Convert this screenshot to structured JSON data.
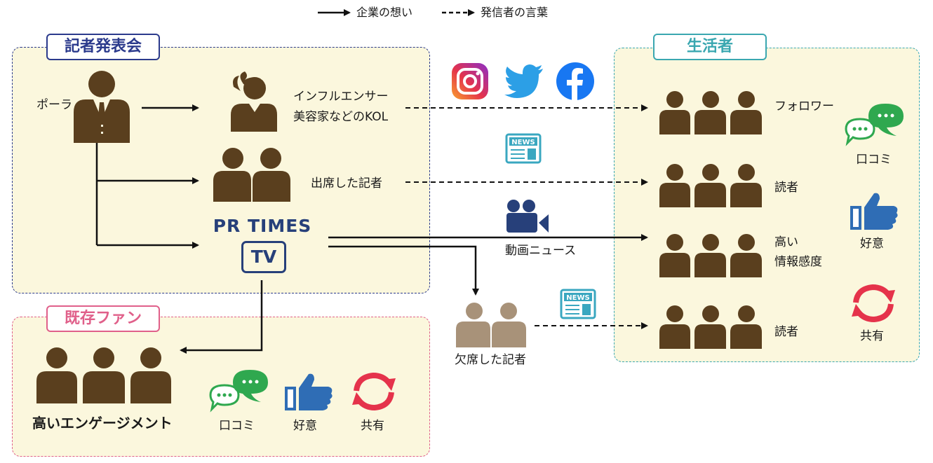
{
  "legend": {
    "solid_label": "企業の想い",
    "dashed_label": "発信者の言葉"
  },
  "groups": {
    "press_event": {
      "title": "記者発表会",
      "color": "#2b3a8c",
      "fill": "#fbf7dd"
    },
    "consumers": {
      "title": "生活者",
      "color": "#3aa7b0",
      "fill": "#fbf7dd"
    },
    "existing_fans": {
      "title": "既存ファン",
      "color": "#e0608a",
      "fill": "#fbf7dd"
    }
  },
  "nodes": {
    "pola": "ポーラ",
    "influencer_line1": "インフルエンサー",
    "influencer_line2": "美容家などのKOL",
    "attending_reporters": "出席した記者",
    "prtimes_logo": "PR TIMES",
    "tv_logo": "TV",
    "video_news": "動画ニュース",
    "absent_reporters": "欠席した記者",
    "high_engagement": "高いエンゲージメント"
  },
  "consumer_rows": [
    {
      "label": "フォロワー"
    },
    {
      "label": "読者"
    },
    {
      "label_line1": "高い",
      "label_line2": "情報感度"
    },
    {
      "label": "読者"
    }
  ],
  "reactions_right": {
    "word_of_mouth": "口コミ",
    "favorable": "好意",
    "share": "共有"
  },
  "reactions_bottom": {
    "word_of_mouth": "口コミ",
    "favorable": "好意",
    "share": "共有"
  },
  "icons": {
    "instagram": "instagram-icon",
    "twitter": "twitter-icon",
    "facebook": "facebook-icon",
    "news": "news-icon",
    "video": "video-camera-icon"
  },
  "colors": {
    "person": "#5a3f1e",
    "person_faded": "#a89279",
    "speech_green": "#2fa84f",
    "thumb_blue": "#2f6db5",
    "share_red": "#e5334b",
    "news_teal": "#3aa7c0",
    "prtimes_navy": "#27407a"
  }
}
